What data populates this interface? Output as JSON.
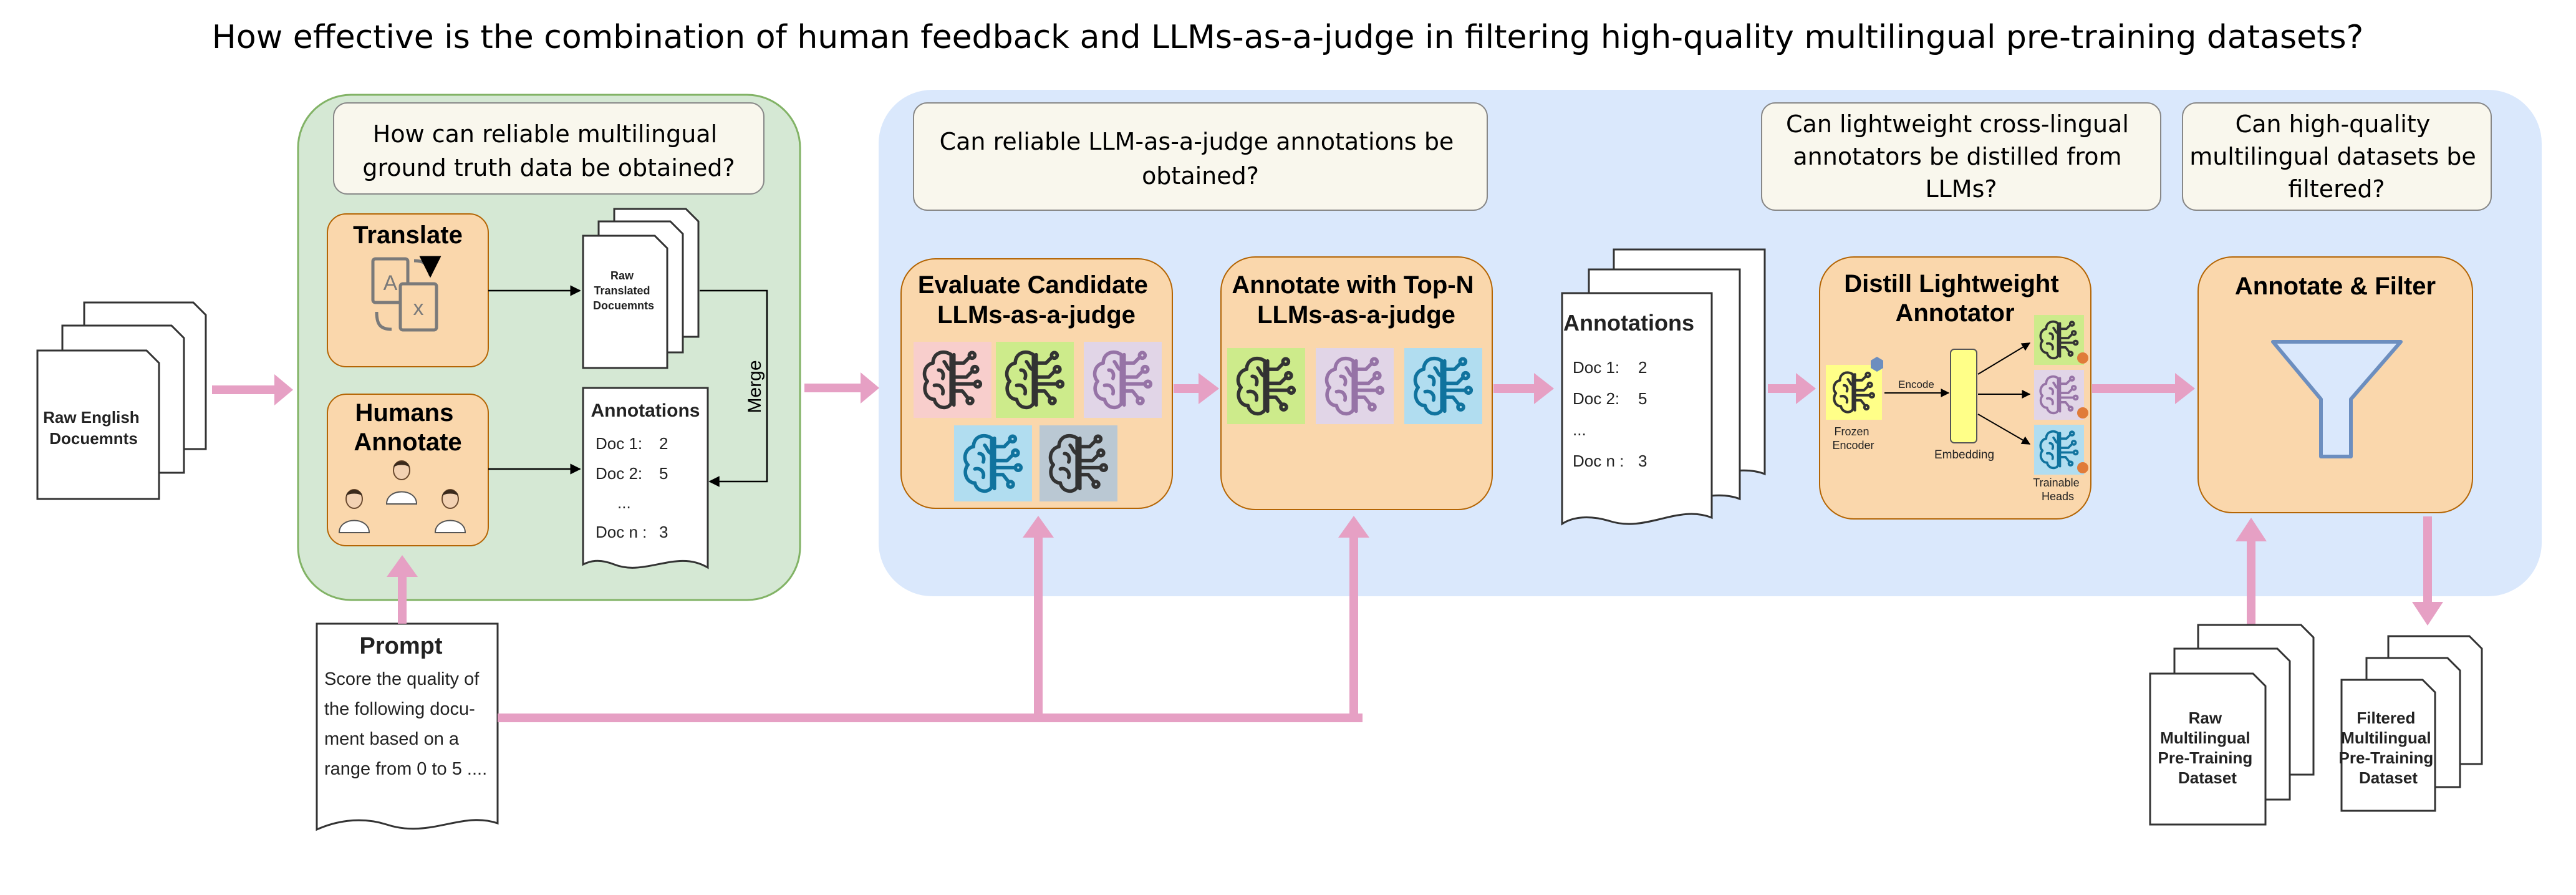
{
  "title": "How effective is the combination of human feedback  and LLMs-as-a-judge in filtering high-quality multilingual pre-training datasets?",
  "raw_english": [
    "Raw English",
    "Docuemnts"
  ],
  "green_panel": {
    "question": [
      "How can reliable multilingual",
      "ground truth data be obtained?"
    ],
    "translate_label": "Translate",
    "translated_doc": [
      "Raw",
      "Translated",
      "Docuemnts"
    ],
    "humans_label": [
      "Humans",
      "Annotate"
    ],
    "merge_label": "Merge",
    "annotations": {
      "title": "Annotations",
      "rows": [
        {
          "doc": "Doc 1:",
          "score": "2"
        },
        {
          "doc": "Doc 2:",
          "score": "5"
        },
        {
          "doc": "...",
          "score": ""
        },
        {
          "doc": "Doc n :",
          "score": "3"
        }
      ]
    }
  },
  "prompt": {
    "title": "Prompt",
    "lines": [
      "Score the quality of",
      "the following docu-",
      "ment based on a",
      "range from 0 to 5 ...."
    ]
  },
  "blue_panel": {
    "question_1": [
      "Can reliable LLM-as-a-judge annotations be",
      "obtained?"
    ],
    "question_2": [
      "Can lightweight cross-lingual",
      "annotators be distilled from",
      "LLMs?"
    ],
    "question_3": [
      "Can high-quality",
      "multilingual datasets be",
      "filtered?"
    ],
    "evaluate_box": [
      "Evaluate Candidate",
      "LLMs-as-a-judge"
    ],
    "annotate_box": [
      "Annotate with Top-N",
      "LLMs-as-a-judge"
    ],
    "annotations": {
      "title": "Annotations",
      "rows": [
        {
          "doc": "Doc 1:",
          "score": "2"
        },
        {
          "doc": "Doc 2:",
          "score": "5"
        },
        {
          "doc": "...",
          "score": ""
        },
        {
          "doc": "Doc n :",
          "score": "3"
        }
      ]
    },
    "distill_box": {
      "title": [
        "Distill Lightweight",
        "Annotator"
      ],
      "frozen": [
        "Frozen",
        "Encoder"
      ],
      "encode": "Encode",
      "embedding": "Embedding",
      "heads": [
        "Trainable",
        "Heads"
      ]
    },
    "filter_box": "Annotate & Filter"
  },
  "raw_multilingual": [
    "Raw",
    "Multilingual",
    "Pre-Training",
    "Dataset"
  ],
  "filtered_multilingual": [
    "Filtered",
    "Multilingual",
    "Pre-Training",
    "Dataset"
  ],
  "colors": {
    "green_panel": "#d5e8d4",
    "blue_panel": "#dae8fc",
    "orange_box": "#fad7ac",
    "question_box": "#f9f7ed",
    "arrow": "#e6a0c4",
    "brain_pink": "#f8cecc",
    "brain_green": "#cdeb8b",
    "brain_purple": "#e1d5e7",
    "brain_blue": "#b1ddf0",
    "brain_gray": "#bac8d3",
    "funnel": "#6c8ebf"
  },
  "icons": [
    "document-stack-icon",
    "translate-icon",
    "people-icon",
    "brain-icon",
    "funnel-icon"
  ]
}
